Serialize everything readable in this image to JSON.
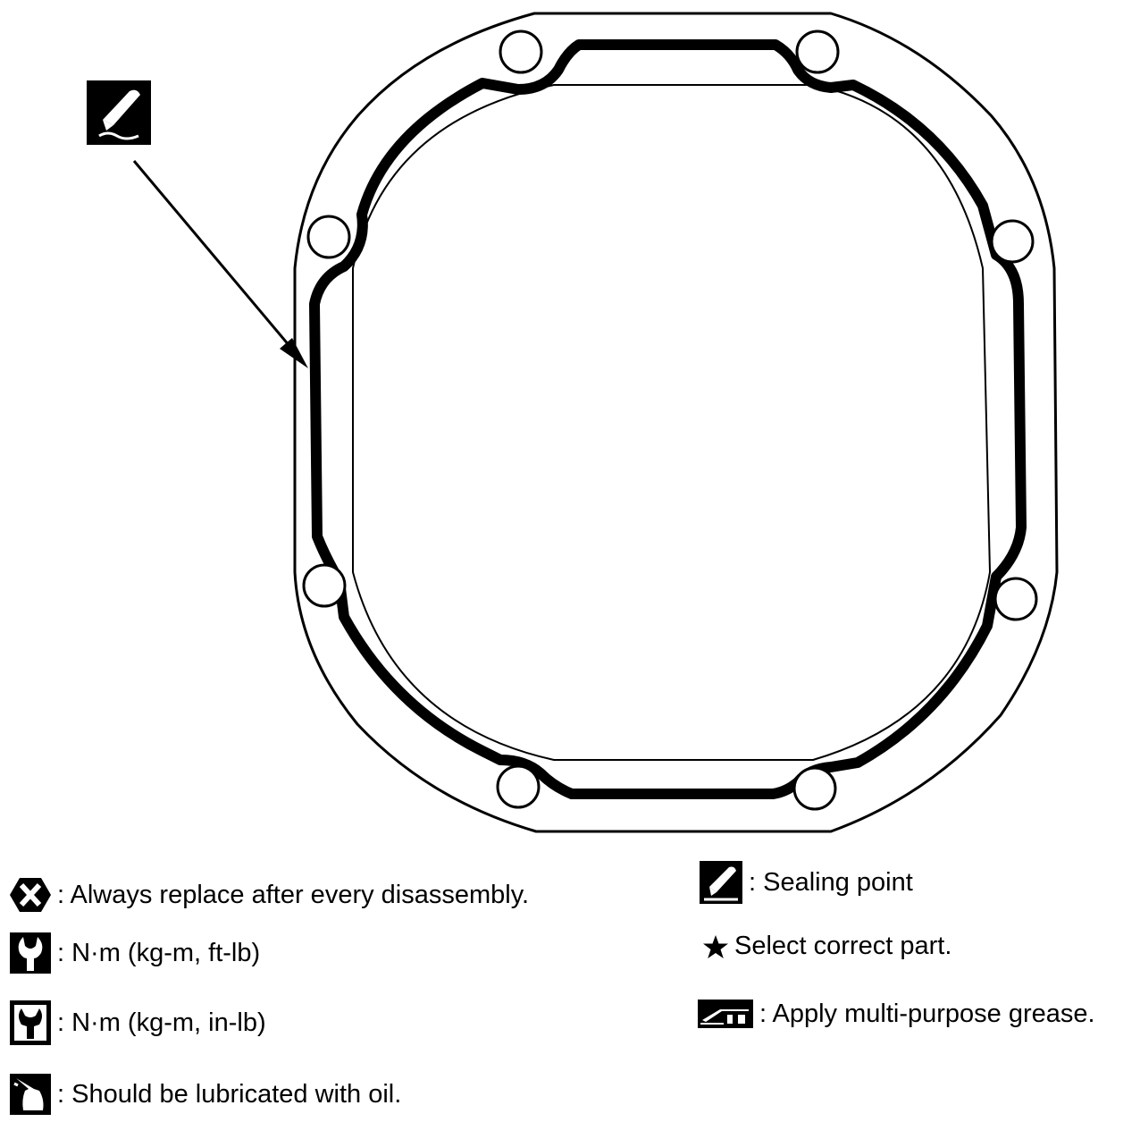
{
  "legend": {
    "replace": {
      "icon": "replace-x-icon",
      "text": ": Always replace after every disassembly."
    },
    "torque_ft": {
      "icon": "torque-wrench-ft-lb-icon",
      "text": ": N·m (kg-m, ft-lb)"
    },
    "torque_in": {
      "icon": "torque-wrench-in-lb-icon",
      "text": ": N·m (kg-m, in-lb)"
    },
    "oil": {
      "icon": "oil-can-icon",
      "text": ": Should be lubricated with oil."
    },
    "sealing": {
      "icon": "sealant-tube-icon",
      "text": ": Sealing point"
    },
    "select": {
      "icon": "star-icon",
      "text": "Select correct part."
    },
    "grease": {
      "icon": "grease-gun-icon",
      "text": ": Apply multi-purpose grease."
    }
  },
  "callout": {
    "icon": "sealant-tube-icon"
  },
  "colors": {
    "line": "#000000",
    "background": "#ffffff"
  }
}
